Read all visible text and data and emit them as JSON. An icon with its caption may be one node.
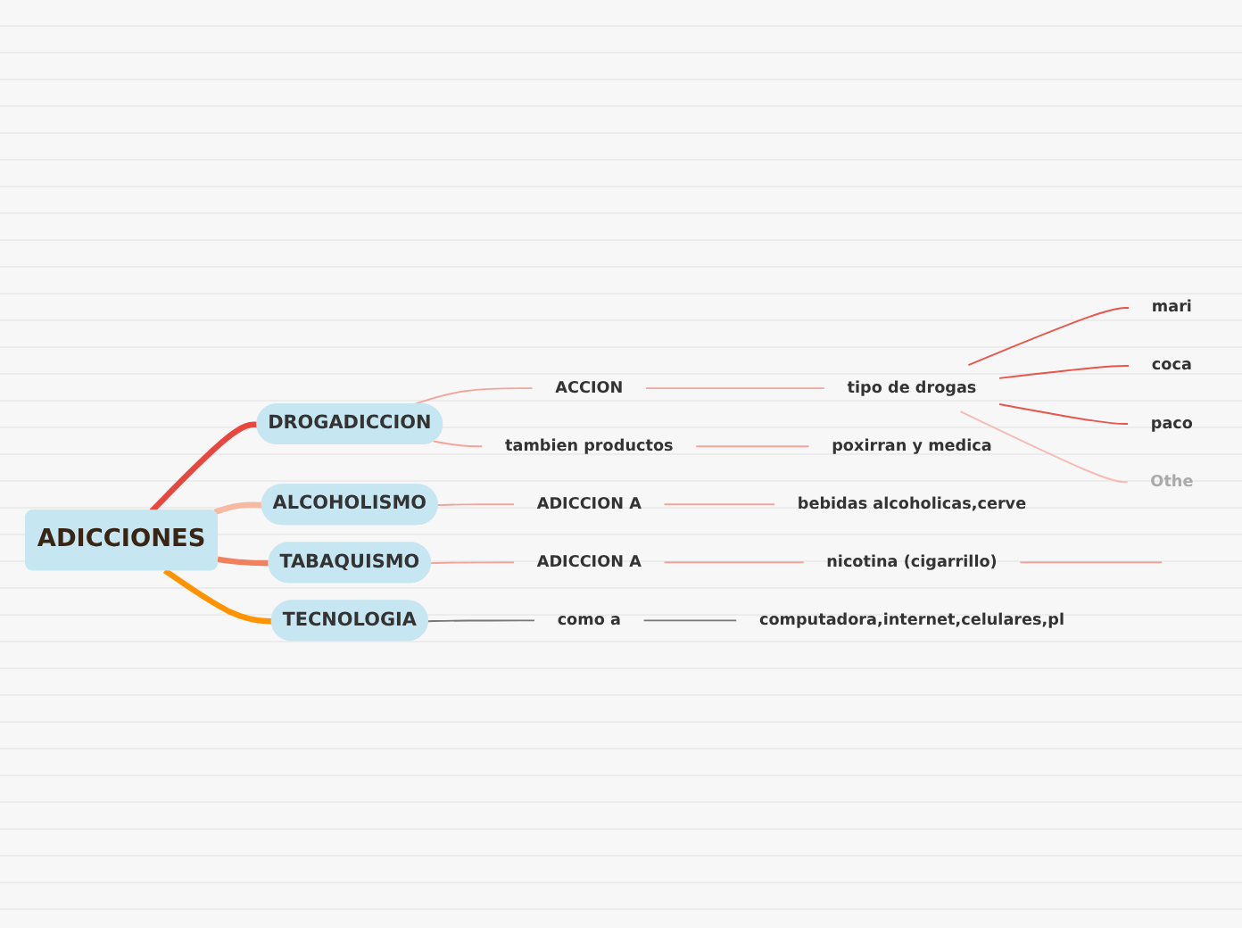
{
  "diagram": {
    "nodes": [
      {
        "text": [
          "ADICCIONES"
        ]
      },
      {
        "text": [
          "DROGADICCION"
        ]
      },
      {
        "text": [
          "ALCOHOLISMO"
        ]
      },
      {
        "text": [
          "TABAQUISMO"
        ]
      },
      {
        "text": [
          "TECNOLOGIA"
        ]
      },
      {
        "text": [
          "ACCION"
        ]
      },
      {
        "text": [
          "tipo de drogas"
        ]
      },
      {
        "text": [
          "mari"
        ]
      },
      {
        "text": [
          "coca"
        ]
      },
      {
        "text": [
          "paco"
        ]
      },
      {
        "text": [
          "Othe"
        ]
      },
      {
        "text": [
          "tambien productos"
        ]
      },
      {
        "text": [
          "poxirran y medica"
        ]
      },
      {
        "text": [
          "ADICCION A"
        ]
      },
      {
        "text": [
          "bebidas alcoholicas,cerve"
        ]
      },
      {
        "text": [
          "ADICCION A"
        ]
      },
      {
        "text": [
          "nicotina (cigarrillo)"
        ]
      },
      {
        "text": [
          "como a"
        ]
      },
      {
        "text": [
          "computadora,internet,celulares,pl"
        ]
      }
    ],
    "edges": [
      {
        "from": 0,
        "to": 1,
        "arrow": "none",
        "style": "thick",
        "color": "#e8473f"
      },
      {
        "from": 0,
        "to": 2,
        "arrow": "none",
        "style": "thick",
        "color": "#f7b9a3"
      },
      {
        "from": 0,
        "to": 3,
        "arrow": "none",
        "style": "thick",
        "color": "#f0805e"
      },
      {
        "from": 0,
        "to": 4,
        "arrow": "none",
        "style": "thick",
        "color": "#ff9300"
      },
      {
        "from": 1,
        "to": 5,
        "arrow": "none"
      },
      {
        "from": 1,
        "to": 11,
        "arrow": "none"
      },
      {
        "from": 5,
        "to": 6,
        "arrow": "none"
      },
      {
        "from": 6,
        "to": 7,
        "arrow": "none",
        "color": "#e8554a"
      },
      {
        "from": 6,
        "to": 8,
        "arrow": "none",
        "color": "#e8554a"
      },
      {
        "from": 6,
        "to": 9,
        "arrow": "none",
        "color": "#e8554a"
      },
      {
        "from": 6,
        "to": 10,
        "arrow": "none",
        "color": "#f4bcb5"
      },
      {
        "from": 11,
        "to": 12,
        "arrow": "none"
      },
      {
        "from": 2,
        "to": 13,
        "arrow": "none"
      },
      {
        "from": 13,
        "to": 14,
        "arrow": "none"
      },
      {
        "from": 3,
        "to": 15,
        "arrow": "none"
      },
      {
        "from": 15,
        "to": 16,
        "arrow": "none"
      },
      {
        "from": 16,
        "to": null,
        "arrow": "none"
      },
      {
        "from": 4,
        "to": 17,
        "arrow": "none",
        "color": "#777777"
      },
      {
        "from": 17,
        "to": 18,
        "arrow": "none",
        "color": "#777777"
      }
    ]
  }
}
